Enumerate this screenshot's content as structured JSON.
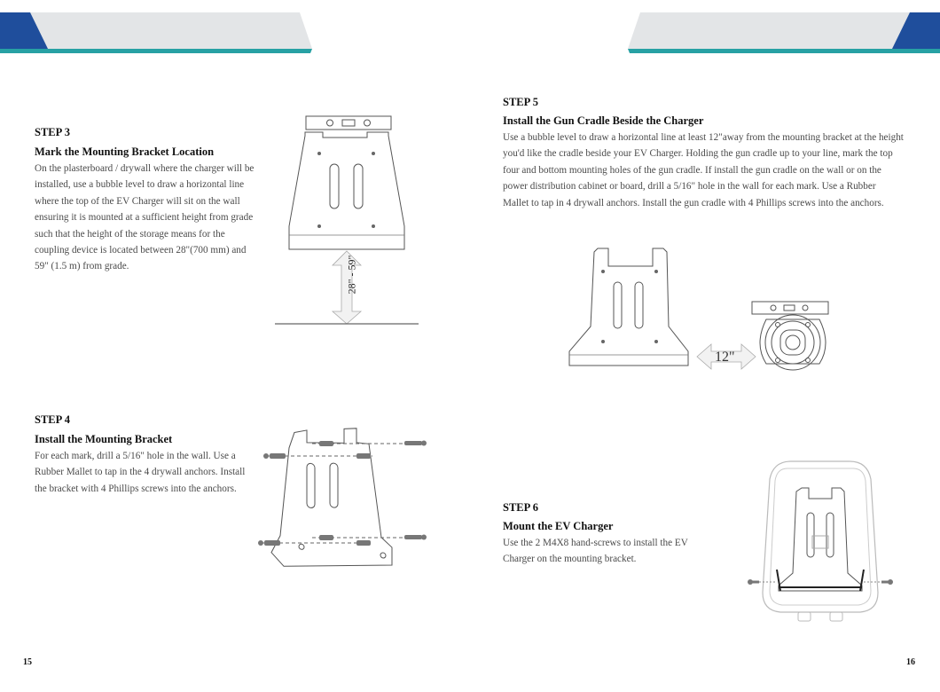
{
  "colors": {
    "banner_blue": "#1f4e9c",
    "banner_gray": "#e3e5e7",
    "banner_teal": "#27a1a4",
    "text": "#4a4a4a",
    "heading": "#111111"
  },
  "left_page": {
    "page_number": "15",
    "step3": {
      "number": "STEP 3",
      "title": "Mark the Mounting Bracket Location",
      "body": "On the plasterboard / drywall where the charger will be installed, use a bubble level to draw a horizontal line where the top of the EV Charger will sit on the wall ensuring it is mounted at a sufficient height from grade such that the height of the storage means for the coupling device is located between 28\"(700 mm) and 59\" (1.5 m) from grade.",
      "figure_label": "28\" - 59\""
    },
    "step4": {
      "number": "STEP 4",
      "title": "Install the Mounting Bracket",
      "body": "For each mark, drill a 5/16\" hole in the wall. Use a Rubber Mallet to tap in the 4 drywall anchors. Install the bracket with 4 Phillips screws into the anchors."
    }
  },
  "right_page": {
    "page_number": "16",
    "step5": {
      "number": "STEP 5",
      "title": "Install the Gun Cradle Beside the Charger",
      "body": "Use a bubble level to draw a horizontal line at least 12\"away from the mounting bracket at the height you'd like the cradle beside your EV Charger. Holding the gun cradle up to your line, mark the top four and bottom mounting holes of the gun cradle. If install the gun cradle on the wall or on the power distribution cabinet or board, drill a 5/16\" hole in the wall for each mark. Use a Rubber Mallet to tap in 4 drywall anchors. Install the gun cradle with 4 Phillips screws into the anchors.",
      "figure_label": "12\""
    },
    "step6": {
      "number": "STEP 6",
      "title": "Mount the EV Charger",
      "body": "Use the 2 M4X8 hand-screws to install the EV Charger on the mounting bracket."
    }
  }
}
